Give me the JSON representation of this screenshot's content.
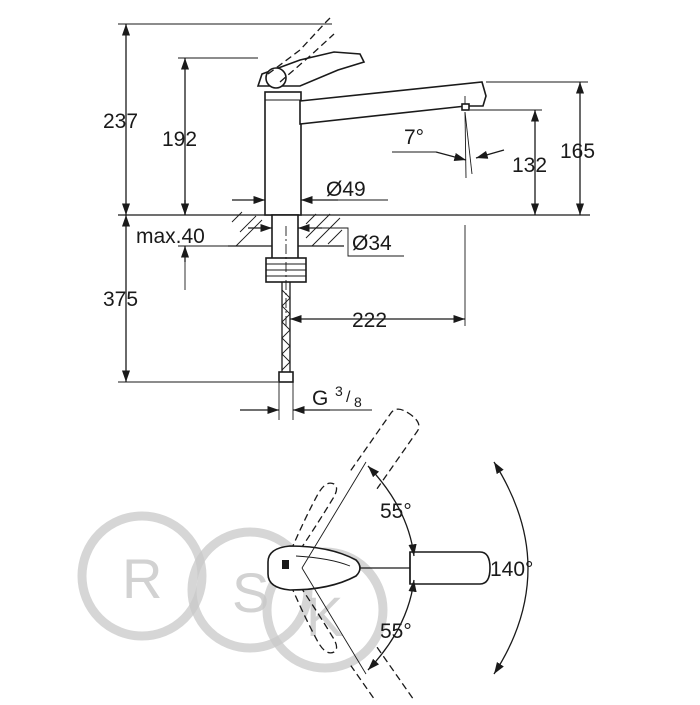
{
  "drawing": {
    "dimensions": {
      "height_total": "237",
      "height_lever": "192",
      "height_spout": "165",
      "height_outlet": "132",
      "spout_angle": "7°",
      "body_diameter": "Ø49",
      "hole_diameter": "Ø34",
      "max_thickness": "max.40",
      "hose_length": "375",
      "reach": "222",
      "thread_prefix": "G",
      "thread_num": "3",
      "thread_den": "8"
    },
    "plan_view": {
      "angle_upper": "55°",
      "angle_lower": "55°",
      "angle_total": "140°"
    },
    "watermark": [
      "R",
      "S",
      "K"
    ]
  }
}
